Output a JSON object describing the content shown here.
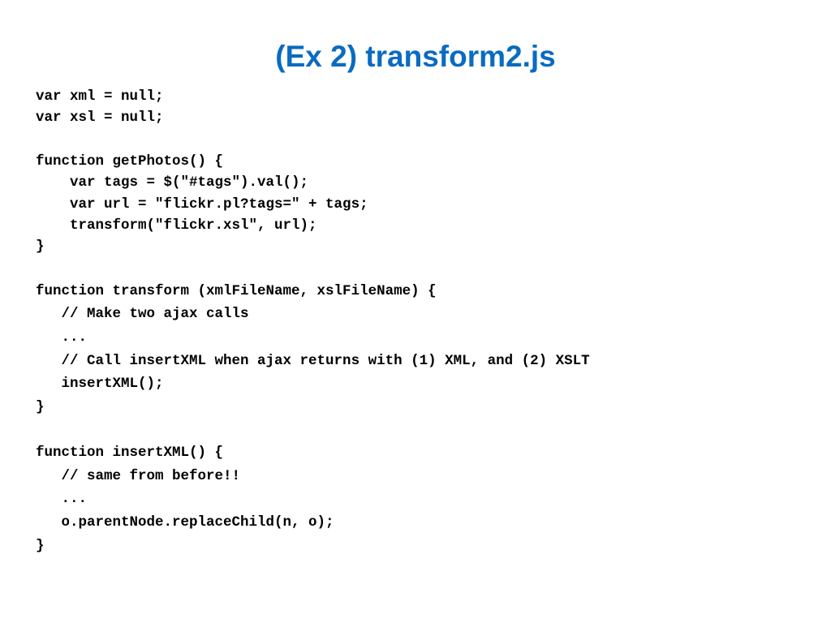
{
  "slide": {
    "title": "(Ex 2) transform2.js"
  },
  "code": {
    "globals": [
      "var xml = null;",
      "var xsl = null;"
    ],
    "get_photos": [
      "function getPhotos() {",
      "    var tags = $(\"#tags\").val();",
      "    var url = \"flickr.pl?tags=\" + tags;",
      "    transform(\"flickr.xsl\", url);",
      "}"
    ],
    "transform": [
      "function transform (xmlFileName, xslFileName) {",
      "   // Make two ajax calls",
      "   ...",
      "   // Call insertXML when ajax returns with (1) XML, and (2) XSLT",
      "   insertXML();",
      "}"
    ],
    "insert_xml": [
      "function insertXML() {",
      "   // same from before!!",
      "   ...",
      "   o.parentNode.replaceChild(n, o);",
      "}"
    ]
  }
}
